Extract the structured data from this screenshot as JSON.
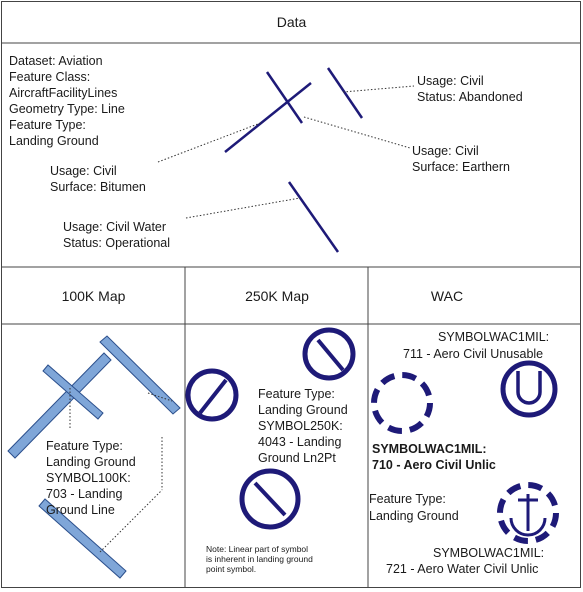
{
  "header": {
    "title": "Data"
  },
  "dataset_info": {
    "lines": [
      "Dataset: Aviation",
      "Feature Class:",
      "AircraftFacilityLines",
      "Geometry Type: Line",
      "Feature Type:",
      "Landing Ground"
    ]
  },
  "annotations": {
    "civil_abandoned": [
      "Usage: Civil",
      "Status: Abandoned"
    ],
    "civil_earthern": [
      "Usage: Civil",
      "Surface: Earthern"
    ],
    "civil_bitumen": [
      "Usage: Civil",
      "Surface: Bitumen"
    ],
    "civil_water": [
      "Usage: Civil Water",
      "Status: Operational"
    ]
  },
  "columns": {
    "col_100k": "100K Map",
    "col_250k": "250K Map",
    "col_wac": "WAC"
  },
  "map_100k": {
    "label": [
      "Feature Type:",
      "Landing Ground",
      "SYMBOL100K:",
      "703 - Landing",
      "Ground Line"
    ]
  },
  "map_250k": {
    "label": [
      "Feature Type:",
      "Landing Ground",
      "SYMBOL250K:",
      "4043 - Landing",
      "Ground Ln2Pt"
    ],
    "note": [
      "Note: Linear part of symbol",
      "is inherent in landing ground",
      "point symbol."
    ]
  },
  "map_wac": {
    "sym_711": [
      "SYMBOLWAC1MIL:",
      "711 - Aero Civil Unusable"
    ],
    "sym_710": [
      "SYMBOLWAC1MIL:",
      "710 - Aero Civil Unlic"
    ],
    "feature": [
      "Feature Type:",
      "Landing Ground"
    ],
    "sym_721": [
      "SYMBOLWAC1MIL:",
      "721 - Aero Water Civil Unlic"
    ]
  },
  "colors": {
    "symbol_navy": "#1e1a78",
    "symbol_light": "#7fa6d8",
    "symbol_light_edge": "#2b4f8c",
    "border": "#444444",
    "leader": "#333333"
  }
}
